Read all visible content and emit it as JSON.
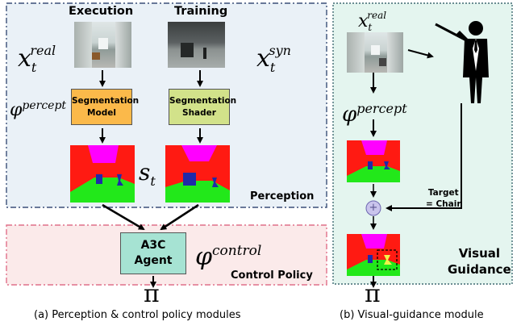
{
  "perception": {
    "execution_label": "Execution",
    "training_label": "Training",
    "x_real": {
      "base": "x",
      "sub": "t",
      "sup": "real"
    },
    "x_syn": {
      "base": "x",
      "sub": "t",
      "sup": "syn"
    },
    "phi_percept": {
      "base": "φ",
      "sup": "percept"
    },
    "segmentation_model": {
      "line1": "Segmentation",
      "line2": "Model"
    },
    "segmentation_shader": {
      "line1": "Segmentation",
      "line2": "Shader"
    },
    "s_t": {
      "base": "s",
      "sub": "t"
    },
    "region_label": "Perception"
  },
  "control": {
    "agent": {
      "line1": "A3C",
      "line2": "Agent"
    },
    "phi_control": {
      "base": "φ",
      "sup": "control"
    },
    "region_label": "Control Policy",
    "pi": "π"
  },
  "guidance": {
    "x_real": {
      "base": "x",
      "sub": "t",
      "sup": "real"
    },
    "phi_percept": {
      "base": "φ",
      "sup": "percept"
    },
    "target": {
      "line1": "Target",
      "line2": "= Chair"
    },
    "plus": "+",
    "region_label_line1": "Visual",
    "region_label_line2": "Guidance",
    "pi": "π"
  },
  "captions": {
    "left": "(a) Perception & control policy modules",
    "right": "(b) Visual-guidance module"
  },
  "colors": {
    "perception_bg": "#eaf1f7",
    "control_bg": "#fbeaea",
    "guidance_bg": "#e4f5ef",
    "model_box": "#fbb94a",
    "shader_box": "#d2e28a",
    "agent_box": "#a6e3d3",
    "seg_red": "#ff1a12",
    "seg_magenta": "#ff00ff",
    "seg_green": "#22e81a",
    "seg_blue": "#1f2aa8"
  }
}
